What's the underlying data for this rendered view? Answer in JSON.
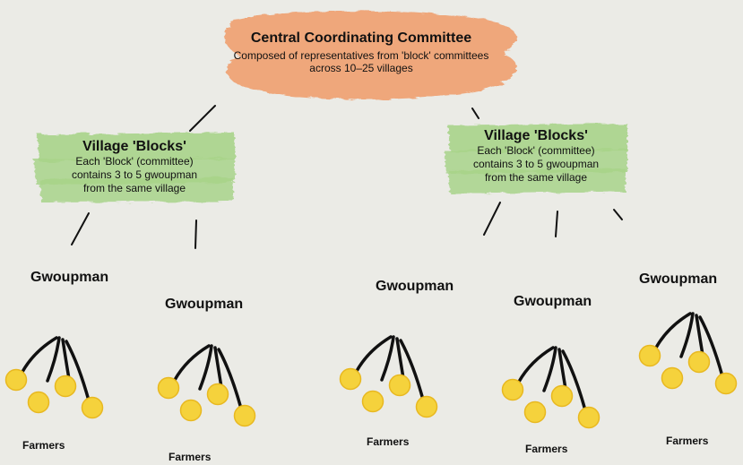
{
  "central": {
    "title": "Central Coordinating Committee",
    "desc_line1": "Composed of representatives from 'block' committees",
    "desc_line2": "across 10–25 villages",
    "color": "#f0a070"
  },
  "blocks": [
    {
      "title": "Village 'Blocks'",
      "line1": "Each 'Block' (committee)",
      "line2": "contains 3 to 5 gwoupman",
      "line3": "from the same village"
    },
    {
      "title": "Village 'Blocks'",
      "line1": "Each 'Block' (committee)",
      "line2": "contains 3 to 5 gwoupman",
      "line3": "from the same village"
    }
  ],
  "block_color": "#a8d48a",
  "gwoupman": [
    "Gwoupman",
    "Gwoupman",
    "Gwoupman",
    "Gwoupman",
    "Gwoupman"
  ],
  "farmers": [
    "Farmers",
    "Farmers",
    "Farmers",
    "Farmers",
    "Farmers"
  ],
  "farmer_color": "#f5d23c"
}
